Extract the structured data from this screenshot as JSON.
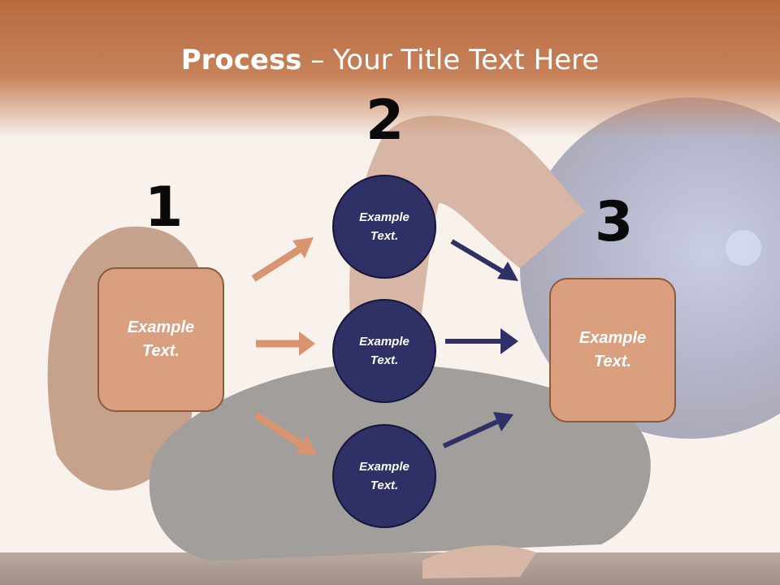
{
  "title": {
    "bold": "Process",
    "rest": " – Your Title Text Here"
  },
  "steps": {
    "one": {
      "number": "1",
      "box_text_line1": "Example",
      "box_text_line2": "Text."
    },
    "two": {
      "number": "2",
      "circles": [
        {
          "line1": "Example",
          "line2": "Text."
        },
        {
          "line1": "Example",
          "line2": "Text."
        },
        {
          "line1": "Example",
          "line2": "Text."
        }
      ]
    },
    "three": {
      "number": "3",
      "box_text_line1": "Example",
      "box_text_line2": "Text."
    }
  },
  "colors": {
    "header": "#c27a52",
    "box_fill": "#d99f7f",
    "box_border": "#8c5a3c",
    "circle_fill": "#2f3065",
    "arrow_left": "#d99570",
    "arrow_right": "#2f3065"
  }
}
